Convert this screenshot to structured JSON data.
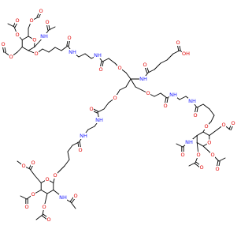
{
  "structure": {
    "atom_labels": {
      "O": "O",
      "NH": "NH",
      "H": "H",
      "N": "N",
      "OH": "OH"
    },
    "colors": {
      "oxygen": "#e00000",
      "nitrogen": "#1a1aff",
      "carbon_bond": "#000000",
      "background": "#ffffff"
    }
  }
}
